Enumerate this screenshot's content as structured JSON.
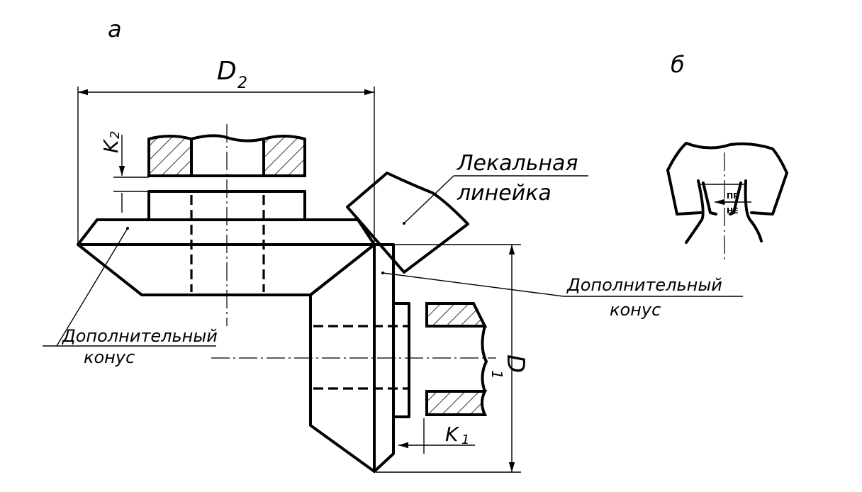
{
  "view_a": {
    "label": "а",
    "dim_D2": "D",
    "dim_D2_sub": "2",
    "dim_D1": "D",
    "dim_D1_sub": "1",
    "dim_K2": "K",
    "dim_K2_sub": "2",
    "dim_K1": "K",
    "dim_K1_sub": "1",
    "ruler_label_line1": "Лекальная",
    "ruler_label_line2": "линейка",
    "back_cone_left_line1": "Дополнительный",
    "back_cone_left_line2": "конус",
    "back_cone_right_line1": "Дополнительный",
    "back_cone_right_line2": "конус"
  },
  "view_b": {
    "label": "б",
    "gauge_mark_1": "ПР",
    "gauge_mark_2": "НЕ"
  }
}
